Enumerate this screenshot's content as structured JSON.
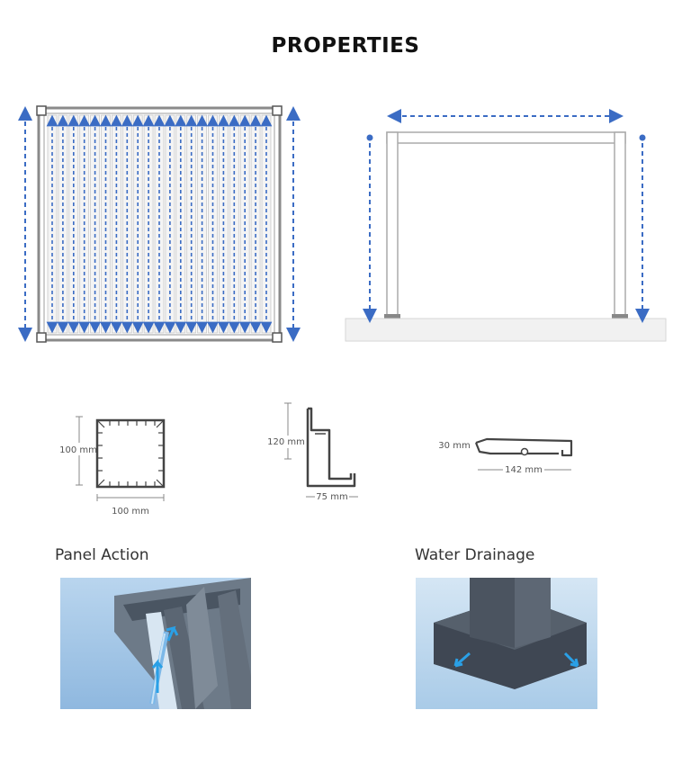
{
  "page": {
    "title": "PROPERTIES"
  },
  "profiles": {
    "post": {
      "height_label": "100 mm",
      "width_label": "100 mm"
    },
    "beam": {
      "height_label": "120 mm",
      "width_label": "75 mm"
    },
    "louvre": {
      "height_label": "30 mm",
      "width_label": "142 mm"
    }
  },
  "sections": {
    "panel_action": {
      "title": "Panel Action"
    },
    "water_drainage": {
      "title": "Water Drainage"
    }
  },
  "colors": {
    "arrow": "#3b6cc4",
    "frame": "#8a8a8a",
    "drain_arrow": "#2aa0e6",
    "photo_bg": "#9cc3e6"
  },
  "icons": [
    "dimension-arrow-icon",
    "flow-arrow-icon"
  ]
}
